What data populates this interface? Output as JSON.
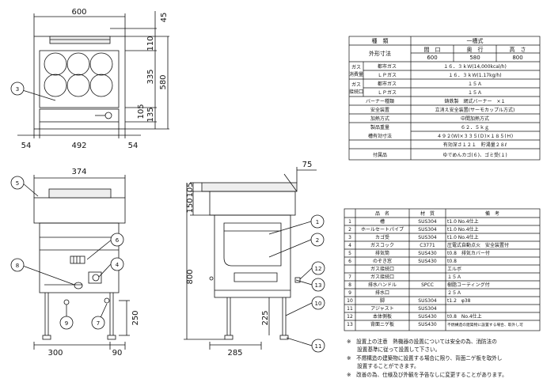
{
  "top_view": {
    "width_top": "600",
    "width_bottom": "492",
    "side_left": "54",
    "side_right": "54",
    "right_dims": [
      "45",
      "110",
      "335",
      "135",
      "105"
    ],
    "depth_total": "580"
  },
  "front_view": {
    "width_top": "374",
    "width_bottom_left": "300",
    "width_bottom_right": "90",
    "leg_height": "250"
  },
  "side_view": {
    "top_offset": "75",
    "left_dims": [
      "105",
      "150"
    ],
    "height": "800",
    "low_dims": [
      "225"
    ],
    "depth": "285"
  },
  "callouts": [
    "1",
    "2",
    "3",
    "4",
    "5",
    "6",
    "7",
    "8",
    "9",
    "10",
    "11",
    "12",
    "13"
  ],
  "spec_table": {
    "title_label": "種　類",
    "title_value": "一槽式",
    "size_label": "外形寸法",
    "size_headers": [
      "間　口",
      "奥　行",
      "高　さ"
    ],
    "size_values": [
      "600",
      "580",
      "800"
    ],
    "gas_use_label": [
      "ガス",
      "消費量"
    ],
    "gas_city_label": "都市ガス",
    "gas_city_value": "１６．３ｋＷ(14,000kcal/h)",
    "gas_lp_label": "ＬＰガス",
    "gas_lp_value": "１６．３ｋＷ(1.17kg/h)",
    "gas_conn_label": [
      "ガス",
      "接続口"
    ],
    "conn_city_value": "１５Ａ",
    "conn_lp_value": "１５Ａ",
    "burner_label": "バーナー種類",
    "burner_value": "鋳鉄製　網式バーナー　×１",
    "safety_label": "安全装置",
    "safety_value": "立消え安全装置(サーモカップル方式)",
    "heat_label": "加熱方式",
    "heat_value": "中間加熱方式",
    "weight_label": "製品重量",
    "weight_value": "６２．５ｋｇ",
    "tank_label": "槽有効寸法",
    "tank_value1": "４９２(Ｗ)×３３５(Ｄ)×１８５(Ｈ)",
    "tank_value2": "有効深さ１２１　貯湯量２８ℓ",
    "acc_label": "付属品",
    "acc_value": "ゆでめんカゴ(６)、ゴミ受(１)"
  },
  "parts_table": {
    "headers": [
      "",
      "品　名",
      "材　質",
      "備　考"
    ],
    "rows": [
      [
        "1",
        "槽",
        "SUS304",
        "t1.0 No.4仕上"
      ],
      [
        "2",
        "ホールセートパイプ",
        "SUS304",
        "t1.0 No.4仕上"
      ],
      [
        "3",
        "カゴ受",
        "SUS304",
        "t1.0 No.4仕上"
      ],
      [
        "4",
        "ガスコック",
        "C3771",
        "圧電式自動点火　安全装置付"
      ],
      [
        "5",
        "排気筒",
        "SUS430",
        "t0.8　排気カバー付"
      ],
      [
        "6",
        "のぞき窓",
        "SUS430",
        "t0.8"
      ],
      [
        "7",
        "ガス接続口",
        "",
        "１５Ａ"
      ],
      [
        "8",
        "排水ハンドル",
        "SPCC",
        "樹脂コーティング付"
      ],
      [
        "9",
        "排水口",
        "",
        "２５Ａ"
      ],
      [
        "10",
        "脚",
        "SUS304",
        "t1.2　φ38"
      ],
      [
        "11",
        "アジャスト",
        "SUS304",
        ""
      ],
      [
        "12",
        "本体側板",
        "SUS430",
        "t0.8　No.4仕上"
      ],
      [
        "13",
        "背面ニゲ板",
        "SUS430",
        "不燃構造の建築物に設置する場合、取外し可"
      ]
    ],
    "extra_row": [
      "",
      "ガス接続口",
      "",
      "エルボ"
    ]
  },
  "notes": [
    "※　設置上の注意　熱機器の設置については安全の為、消防法の",
    "　　設置基準に従って設置して下さい。",
    "※　不燃構造の建築物に設置する場合に限り、背面ニゲ板を取外し",
    "　　設置することができます。",
    "※　改善の為、仕様及び外観を予告なしに変更することがあります。"
  ]
}
